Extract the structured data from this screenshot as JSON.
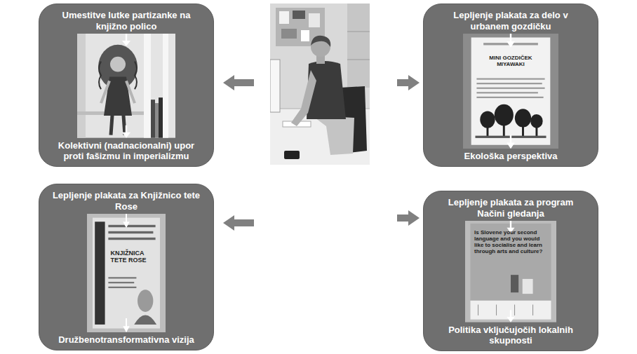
{
  "diagram": {
    "nodes": [
      {
        "text": [
          "Umestitve lutke partizanke na knjižno polico",
          "Kolektivni (nadnacionalni) upor proti fašizmu in imperializmu"
        ]
      },
      {
        "text": [
          "Lepljenje plakata za delo v urbanem gozdičku",
          "Ekološka perspektiva"
        ]
      },
      {
        "text": [
          "Lepljenje plakata za Knjižnico tete Rose",
          "Družbenotransformativna vizija"
        ]
      },
      {
        "text": [
          "Lepljenje plakata za program Načini gledanja",
          "Politika vključujočih lokalnih skupnosti"
        ]
      }
    ],
    "labels": [
      "MINI GOZDIČEK MIYAWAKI",
      "KNJIŽNICA TETE ROSE",
      "Is Slovene your second language and you would like to socialise and learn through arts and culture?"
    ]
  }
}
